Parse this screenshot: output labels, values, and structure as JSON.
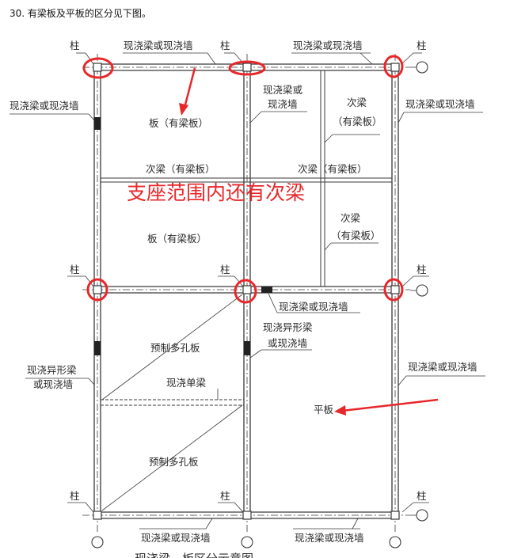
{
  "question": "30. 有梁板及平板的区分见下图。",
  "labels": {
    "col": "柱",
    "beam_wall": "现浇梁或现浇墙",
    "beam_wall_l1": "现浇梁或",
    "beam_wall_l2": "现浇墙",
    "slab_beam": "板（有梁板）",
    "sec_beam": "次梁（有梁板）",
    "sec_beam_l1": "次梁",
    "sec_beam_l2": "（有梁板）",
    "special_l1": "现浇异形梁",
    "special_l2": "或现浇墙",
    "precast": "预制多孔板",
    "single_beam": "现浇单梁",
    "flat_slab": "平板",
    "caption": "现浇梁、板区分示意图"
  },
  "annotation": {
    "text": "支座范围内还有次梁",
    "color": "#e8272a"
  },
  "colors": {
    "line": "#3a3a3a",
    "annotation": "#e8272a"
  }
}
